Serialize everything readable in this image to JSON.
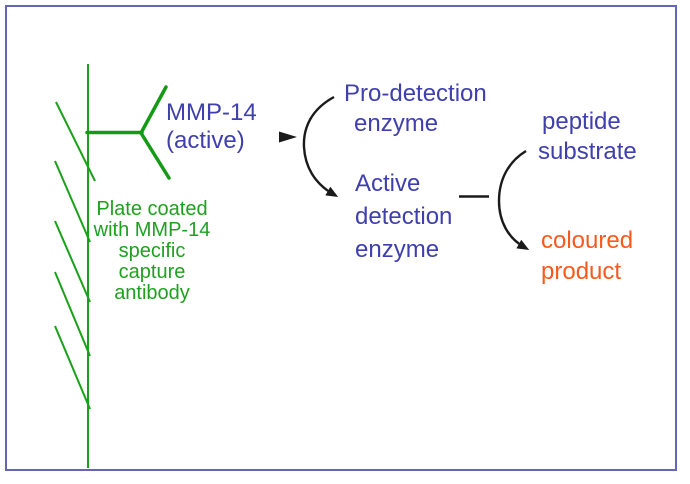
{
  "diagram": {
    "kind": "assay-schematic",
    "labels": {
      "mmp14": {
        "lines": [
          "MMP-14",
          "(active)"
        ]
      },
      "pro_detection_enzyme": {
        "lines": [
          "Pro-detection",
          "enzyme"
        ]
      },
      "active_detection_enzyme": {
        "lines": [
          "Active",
          "detection",
          "enzyme"
        ]
      },
      "peptide_substrate": {
        "lines": [
          "peptide",
          "substrate"
        ]
      },
      "coloured_product": {
        "lines": [
          "coloured",
          "product"
        ]
      },
      "plate_caption": {
        "lines": [
          "Plate coated",
          "with MMP-14",
          "specific",
          "capture",
          "antibody"
        ]
      }
    },
    "icons": {
      "capture_antibody": "Y-shape",
      "microplate_wall": "hatched-vertical-line",
      "binding_arrowhead": "►",
      "activation_arrow": "curved-down-arrow",
      "conversion_arrow": "curved-down-arrow",
      "cleavage_dash": "—"
    },
    "colors": {
      "label_blue": "#3f3fae",
      "diagram_green": "#1aa11a",
      "product_orange": "#f95a1c",
      "arrow_black": "#1a1a1a",
      "border_purple": "#6366b8"
    }
  }
}
